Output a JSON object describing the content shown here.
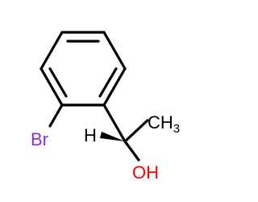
{
  "molecule": {
    "atoms": {
      "bromine": {
        "label": "Br",
        "color": "#8a2be2"
      },
      "methyl": {
        "label": "CH3",
        "subscript": "3",
        "text": "CH",
        "color": "#000000"
      },
      "hydrogen": {
        "label": "H",
        "color": "#000000"
      },
      "hydroxyl": {
        "label": "OH",
        "color": "#ff0000"
      }
    },
    "bond_color": "#000000",
    "stereo": "wedge-to-H"
  }
}
